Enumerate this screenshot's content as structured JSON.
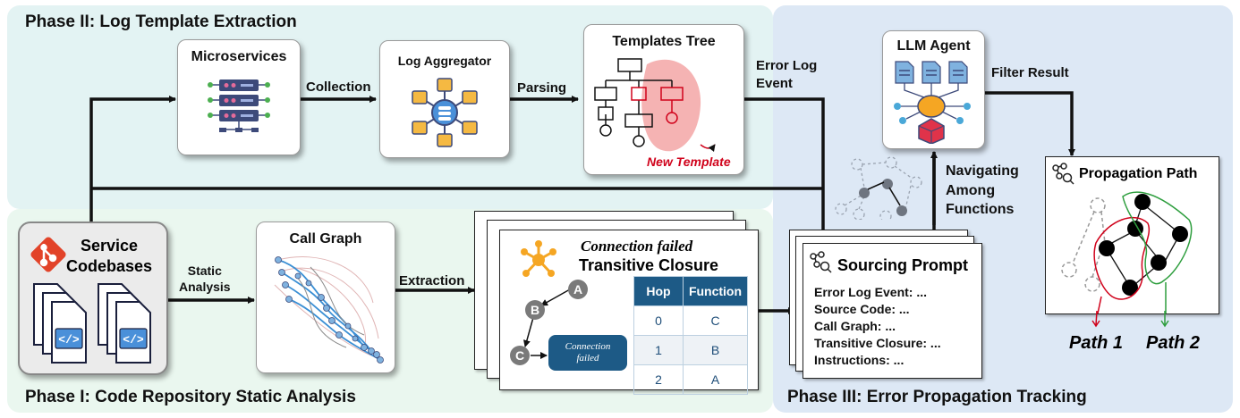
{
  "phases": {
    "phase1": "Phase I: Code Repository Static Analysis",
    "phase2": "Phase II: Log Template Extraction",
    "phase3": "Phase III: Error Propagation Tracking"
  },
  "nodes": {
    "service_codebases": [
      "Service",
      "Codebases"
    ],
    "microservices": "Microservices",
    "log_aggregator": "Log Aggregator",
    "templates_tree": "Templates Tree",
    "new_template": "New Template",
    "call_graph": "Call Graph",
    "llm_agent": "LLM Agent",
    "propagation_path": "Propagation Path",
    "path1": "Path 1",
    "path2": "Path 2",
    "sourcing_prompt": "Sourcing Prompt"
  },
  "edge_labels": {
    "collection": "Collection",
    "parsing": "Parsing",
    "error_log_event": [
      "Error Log",
      "Event"
    ],
    "filter_result": "Filter Result",
    "static_analysis": [
      "Static",
      "Analysis"
    ],
    "extraction": "Extraction",
    "navigating": [
      "Navigating",
      "Among",
      "Functions"
    ]
  },
  "closure": {
    "error_title": "Connection failed",
    "title": "Transitive Closure",
    "node_a": "A",
    "node_b": "B",
    "node_c": "C",
    "box_text": [
      "Connection",
      "failed"
    ],
    "table_headers": [
      "Hop",
      "Function"
    ],
    "table_rows": [
      [
        "0",
        "C"
      ],
      [
        "1",
        "B"
      ],
      [
        "2",
        "A"
      ]
    ]
  },
  "prompt_lines": [
    "Error Log Event: ...",
    "Source Code: ...",
    "Call Graph: ...",
    "Transitive Closure: ...",
    "Instructions: ..."
  ],
  "colors": {
    "phase1_bg": "#eaf7ef",
    "phase2_bg": "#e3f3f3",
    "phase3_bg": "#dde8f5",
    "accent_red": "#d0021b",
    "green": "#2e9e3e",
    "table_header": "#1d5a86",
    "git_orange": "#e24329"
  }
}
